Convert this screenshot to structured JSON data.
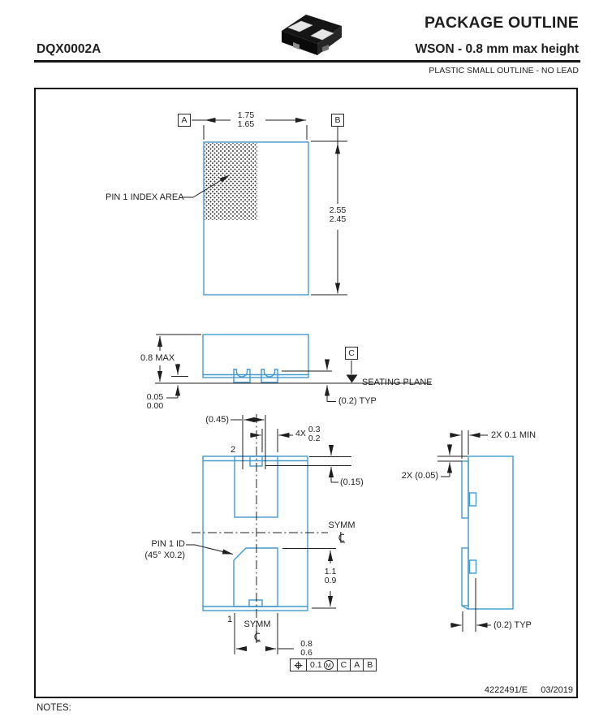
{
  "header": {
    "title": "PACKAGE OUTLINE",
    "part_number": "DQX0002A",
    "subtitle": "WSON - 0.8 mm max height",
    "category": "PLASTIC SMALL OUTLINE - NO LEAD"
  },
  "datums": {
    "a": "A",
    "b": "B",
    "c": "C"
  },
  "top_view": {
    "body_width_max": "1.75",
    "body_width_min": "1.65",
    "body_length_max": "2.55",
    "body_length_min": "2.45",
    "pin1_index_label": "PIN 1 INDEX AREA"
  },
  "side_view": {
    "height_max": "0.8 MAX",
    "standoff_max": "0.05",
    "standoff_min": "0.00",
    "seating_plane_label": "SEATING PLANE",
    "lead_typ": "(0.2) TYP"
  },
  "bottom_view": {
    "pad_offset": "(0.45)",
    "lead_width_qty": "4X",
    "lead_width_max": "0.3",
    "lead_width_min": "0.2",
    "lead_inset": "(0.15)",
    "pin2_label": "2",
    "pin1_label": "1",
    "symm_label": "SYMM",
    "pin1_id_line1": "PIN 1 ID",
    "pin1_id_line2": "(45° X0.2)",
    "pad_length_max": "1.1",
    "pad_length_min": "0.9",
    "pad_width_max": "0.8",
    "pad_width_min": "0.6",
    "tolerance_frame": {
      "value": "0.1",
      "modifier": "M",
      "datum1": "C",
      "datum2": "A",
      "datum3": "B"
    }
  },
  "detail_view": {
    "lead_height_min": "2X 0.1 MIN",
    "lead_gap": "2X (0.05)",
    "lead_length_typ": "(0.2) TYP"
  },
  "footer": {
    "document_number": "4222491/E",
    "revision_date": "03/2019",
    "notes_label": "NOTES:"
  },
  "colors": {
    "outline_blue": "#4599CE",
    "line_black": "#1F1F1F"
  }
}
